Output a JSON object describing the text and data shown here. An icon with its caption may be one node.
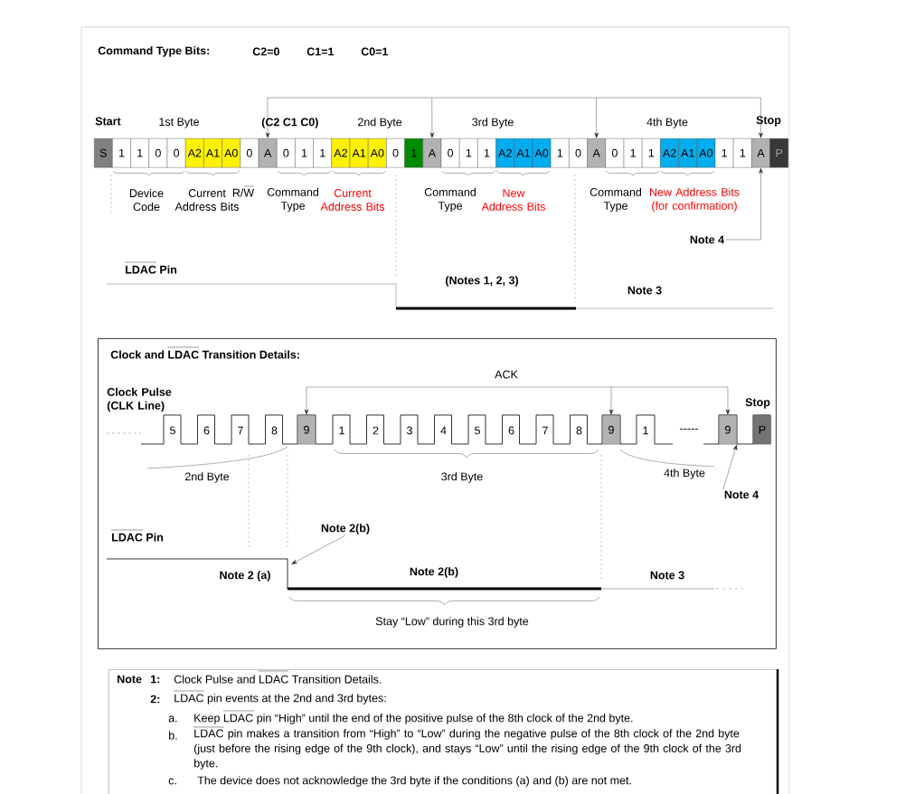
{
  "diagram": {
    "nodes": [
      {
        "text": [
          "S"
        ]
      },
      {
        "text": [
          "1"
        ]
      },
      {
        "text": [
          "1"
        ]
      },
      {
        "text": [
          "0"
        ]
      },
      {
        "text": [
          "0"
        ]
      },
      {
        "text": [
          "A2"
        ]
      },
      {
        "text": [
          "A1"
        ]
      },
      {
        "text": [
          "A0"
        ]
      },
      {
        "text": [
          "0"
        ]
      },
      {
        "text": [
          "A"
        ]
      },
      {
        "text": [
          "0"
        ]
      },
      {
        "text": [
          "1"
        ]
      },
      {
        "text": [
          "1"
        ]
      },
      {
        "text": [
          "A2"
        ]
      },
      {
        "text": [
          "A1"
        ]
      },
      {
        "text": [
          "A0"
        ]
      },
      {
        "text": [
          "0"
        ]
      },
      {
        "text": [
          "1"
        ]
      },
      {
        "text": [
          "A"
        ]
      },
      {
        "text": [
          "0"
        ]
      },
      {
        "text": [
          "1"
        ]
      },
      {
        "text": [
          "1"
        ]
      },
      {
        "text": [
          "A2"
        ]
      },
      {
        "text": [
          "A1"
        ]
      },
      {
        "text": [
          "A0"
        ]
      },
      {
        "text": [
          "1"
        ]
      },
      {
        "text": [
          "0"
        ]
      },
      {
        "text": [
          "A"
        ]
      },
      {
        "text": [
          "0"
        ]
      },
      {
        "text": [
          "1"
        ]
      },
      {
        "text": [
          "1"
        ]
      },
      {
        "text": [
          "A2"
        ]
      },
      {
        "text": [
          "A1"
        ]
      },
      {
        "text": [
          "A0"
        ]
      },
      {
        "text": [
          "1"
        ]
      },
      {
        "text": [
          "1"
        ]
      },
      {
        "text": [
          "A"
        ]
      },
      {
        "text": [
          "P"
        ]
      },
      {
        "text": [
          "Note 4"
        ]
      },
      {
        "text": [
          "Clock and LDAC Transition Details:"
        ]
      },
      {
        "text": [
          "9"
        ],
        "in": 39
      },
      {
        "text": [
          "9"
        ],
        "in": 39
      },
      {
        "text": [
          "9"
        ],
        "in": 39
      },
      {
        "text": [
          "P"
        ],
        "in": 39
      },
      {
        "text": [
          "Note 2(b)"
        ],
        "in": 39
      },
      {
        "text": [
          "Note 4"
        ],
        "in": 39
      },
      {
        "text": [
          "Note",
          "1:",
          "Clock Pulse and LDAC Transition Details.",
          "2:",
          "LDAC pin events at the 2nd and 3rd bytes:",
          "a.",
          "Keep LDAC pin “High” until the end of the positive pulse of the 8th clock of the 2nd byte.",
          "b.",
          "LDAC pin makes a transition from “High” to “Low” during the negative pulse of the 8th clock of the 2nd byte (just before the rising edge of the 9th clock), and stays “Low” until the rising edge of the 9th clock of the 3rd byte.",
          "c.",
          "The device does not acknowledge the 3rd byte if the conditions (a) and (b) are not met."
        ]
      }
    ],
    "edges": [
      {
        "from": null,
        "to": 9,
        "arrow": "to"
      },
      {
        "from": null,
        "to": 18,
        "arrow": "to"
      },
      {
        "from": null,
        "to": 27,
        "arrow": "to"
      },
      {
        "from": null,
        "to": 36,
        "arrow": "to"
      },
      {
        "from": 38,
        "to": 36,
        "arrow": "to"
      },
      {
        "from": null,
        "to": 40,
        "arrow": "to"
      },
      {
        "from": null,
        "to": 41,
        "arrow": "to"
      },
      {
        "from": null,
        "to": 42,
        "arrow": "to"
      },
      {
        "from": 44,
        "to": null,
        "arrow": "to"
      },
      {
        "from": 45,
        "to": 42,
        "arrow": "to"
      }
    ],
    "labels": [
      "Command Type Bits:",
      "C2=0",
      "C1=1",
      "C0=1",
      "Start",
      "1st Byte",
      "(C2 C1 C0)",
      "2nd Byte",
      "3rd Byte",
      "4th Byte",
      "Stop",
      "Device Code",
      "Current Address Bits",
      "R/W",
      "Command Type",
      "Current Address Bits",
      "Command Type",
      "New Address Bits",
      "Command Type",
      "New Address Bits (for confirmation)",
      "LDAC Pin",
      "(Notes 1, 2, 3)",
      "Note 3",
      "ACK",
      "Clock Pulse (CLK Line)",
      "Stop",
      "5",
      "6",
      "7",
      "8",
      "1",
      "2",
      "3",
      "4",
      "5",
      "6",
      "7",
      "8",
      "1",
      "-----",
      "2nd Byte",
      "3rd Byte",
      "4th Byte",
      "LDAC Pin",
      "Note 2 (a)",
      "Note 2(b)",
      "Note 3",
      "Stay “Low” during this 3rd byte"
    ]
  }
}
